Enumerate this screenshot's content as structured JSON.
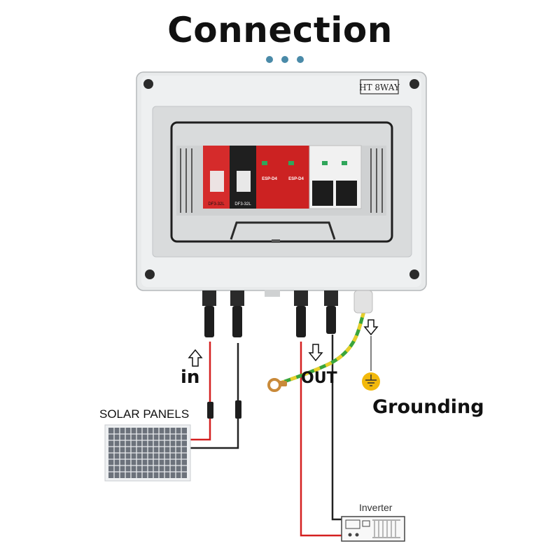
{
  "title": "Connection",
  "box": {
    "tag": "HT 8WAY"
  },
  "modules": [
    {
      "kind": "fuse",
      "label": "DF3-32L"
    },
    {
      "kind": "fuse",
      "label": "DF3-32L"
    },
    {
      "kind": "spd",
      "label": "ESP-D4"
    },
    {
      "kind": "spd",
      "label": "ESP-D4"
    }
  ],
  "labels": {
    "in": "in",
    "out": "OUT",
    "grounding": "Grounding",
    "solar_panels": "SOLAR PANELS",
    "inverter": "Inverter"
  },
  "icons": [
    "arrow-up-icon",
    "arrow-down-icon",
    "ground-symbol-icon",
    "solar-panel-icon",
    "inverter-icon"
  ],
  "colors": {
    "accent_dots": "#4a8aa8",
    "wire_positive": "#d42020",
    "wire_negative": "#222222",
    "wire_ground_green": "#3aa53a",
    "wire_ground_yellow": "#e8cf2a",
    "ground_symbol": "#f2b90c"
  }
}
